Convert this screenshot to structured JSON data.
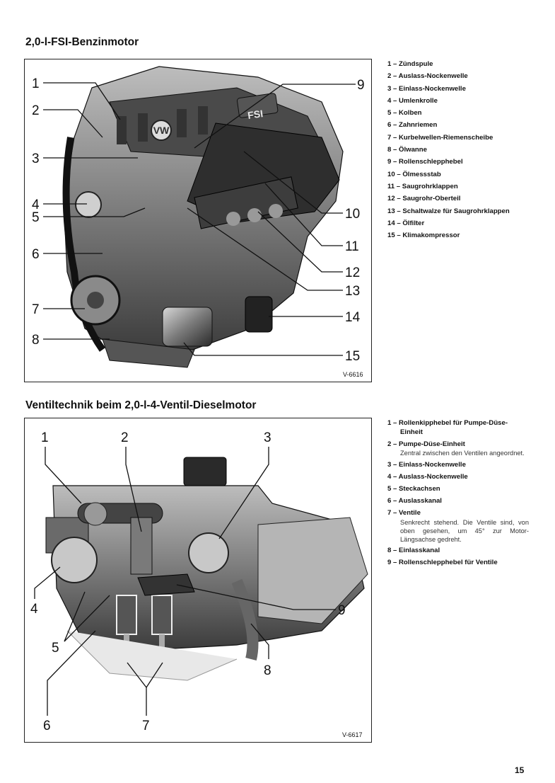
{
  "section1": {
    "title": "2,0-l-FSI-Benzinmotor",
    "figure_id": "V-6616",
    "engine_badge": "FSI",
    "callouts": [
      "1",
      "2",
      "3",
      "4",
      "5",
      "6",
      "7",
      "8",
      "9",
      "10",
      "11",
      "12",
      "13",
      "14",
      "15"
    ],
    "legend": [
      "1 – Zündspule",
      "2 – Auslass-Nockenwelle",
      "3 – Einlass-Nockenwelle",
      "4 – Umlenkrolle",
      "5 – Kolben",
      "6 – Zahnriemen",
      "7 – Kurbelwellen-Riemenscheibe",
      "8 – Ölwanne",
      "9 – Rollenschlepphebel",
      "10 – Ölmessstab",
      "11 – Saugrohrklappen",
      "12 – Saugrohr-Oberteil",
      "13 – Schaltwalze für Saugrohrklappen",
      "14 – Ölfilter",
      "15 – Klimakompressor"
    ]
  },
  "section2": {
    "title": "Ventiltechnik beim 2,0-l-4-Ventil-Dieselmotor",
    "figure_id": "V-6617",
    "callouts": [
      "1",
      "2",
      "3",
      "4",
      "5",
      "6",
      "7",
      "8",
      "9"
    ],
    "legend": [
      {
        "label": "1 – Rollenkipphebel für Pumpe-Düse-Einheit",
        "desc": ""
      },
      {
        "label": "2 – Pumpe-Düse-Einheit",
        "desc": "Zentral zwischen den Ventilen angeordnet."
      },
      {
        "label": "3 – Einlass-Nockenwelle",
        "desc": ""
      },
      {
        "label": "4 – Auslass-Nockenwelle",
        "desc": ""
      },
      {
        "label": "5 – Steckachsen",
        "desc": ""
      },
      {
        "label": "6 – Auslasskanal",
        "desc": ""
      },
      {
        "label": "7 – Ventile",
        "desc": "Senkrecht stehend. Die Ventile sind, von oben gesehen, um 45° zur Motor-Längsachse gedreht."
      },
      {
        "label": "8 – Einlasskanal",
        "desc": ""
      },
      {
        "label": "9 – Rollenschlepphebel für Ventile",
        "desc": ""
      }
    ]
  },
  "page_number": "15"
}
